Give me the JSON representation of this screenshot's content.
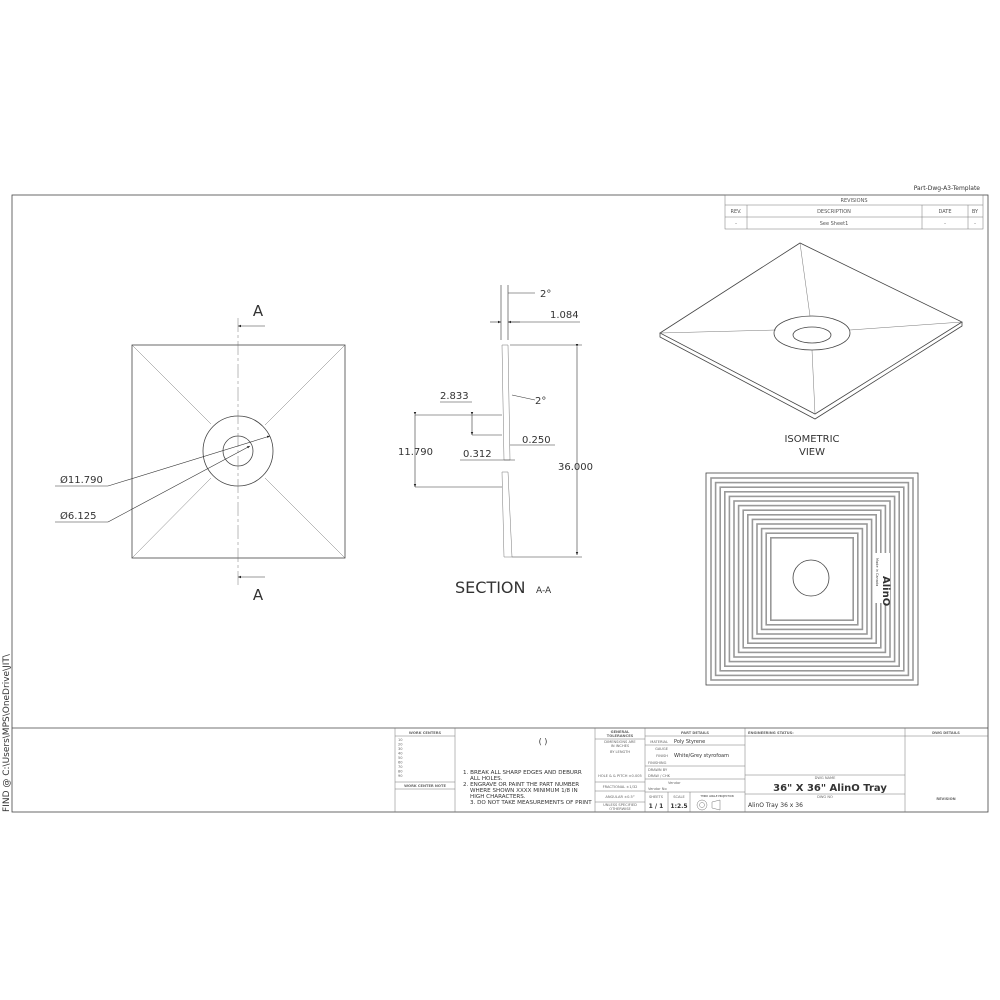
{
  "template_name": "Part-Dwg-A3-Template",
  "file_path_note": "FIND @ C:\\Users\\MPS\\OneDrive\\JIT\\",
  "revisions": {
    "title": "REVISIONS",
    "headers": [
      "REV.",
      "DESCRIPTION",
      "DATE",
      "BY"
    ],
    "rows": [
      [
        "-",
        "See Sheet1",
        "-",
        "-"
      ]
    ]
  },
  "front_view": {
    "section_label_top": "A",
    "section_label_bottom": "A",
    "dim_outer_diameter": "Ø11.790",
    "dim_inner_diameter": "Ø6.125"
  },
  "section_view": {
    "title": "SECTION",
    "title_suffix": "A-A",
    "dims": {
      "angle_top": "2°",
      "thickness": "1.084",
      "angle_mid": "2°",
      "step": "2.833",
      "d_0250": "0.250",
      "d_11790": "11.790",
      "d_0312": "0.312",
      "overall": "36.000"
    }
  },
  "isometric_view": {
    "label_line1": "ISOMETRIC",
    "label_line2": "VIEW"
  },
  "bottom_view": {
    "logo_text": "AlinO",
    "logo_subtext": "Made in Canada"
  },
  "title_block": {
    "work_centers": {
      "title": "WORK CENTERS",
      "codes": [
        "10",
        "20",
        "30",
        "40",
        "50",
        "60",
        "70",
        "80",
        "90"
      ],
      "note_title": "WORK CENTER NOTE"
    },
    "notes": {
      "paren": "( )",
      "lines": [
        "1. BREAK ALL SHARP EDGES AND DEBURR",
        "ALL HOLES.",
        "2. ENGRAVE OR PAINT THE PART NUMBER",
        "WHERE SHOWN XXXX MINIMUM 1/8 IN",
        "HIGH CHARACTERS.",
        "3. DO NOT TAKE MEASUREMENTS OF PRINT"
      ]
    },
    "tolerances": {
      "title_line1": "GENERAL",
      "title_line2": "TOLERANCES",
      "units_line1": "DIMENSIONS ARE",
      "units_line2": "IN INCHES",
      "by_length": "BY LENGTH",
      "hole": "HOLE & & PITCH ±0.005",
      "fractional": "FRACTIONAL ±1/32",
      "angular": "ANGULAR ±0.5°",
      "unless_line1": "UNLESS SPECIFIED",
      "unless_line2": "OTHERWISE"
    },
    "part_details": {
      "title": "PART DETAILS",
      "material_label": "MATERIAL",
      "material": "Poly Styrene",
      "gauge_label": "GAUGE",
      "finish_label": "FINISH",
      "finish": "White/Grey styrofoam",
      "finishing_label": "FINISHING",
      "drawn_label": "DRAWN BY",
      "checked_label": "DRAW / CHK",
      "vendor_label": "Vendor",
      "vendor_no_label": "Vendor No",
      "sheets_label": "SHEETS",
      "sheets": "1 / 1",
      "scale_label": "SCALE",
      "scale": "1:2.5",
      "projection_label": "THIRD ANGLE PROJECTION"
    },
    "engineering_status": {
      "title": "ENGINEERING STATUS:"
    },
    "dwg_name_label": "DWG NAME",
    "dwg_name": "36\" X 36\" AlinO Tray",
    "dwg_no_label": "DWG NO",
    "dwg_no": "AlinO Tray 36 x 36",
    "dwg_details": {
      "title": "DWG DETAILS",
      "revision_label": "REVISION"
    }
  }
}
